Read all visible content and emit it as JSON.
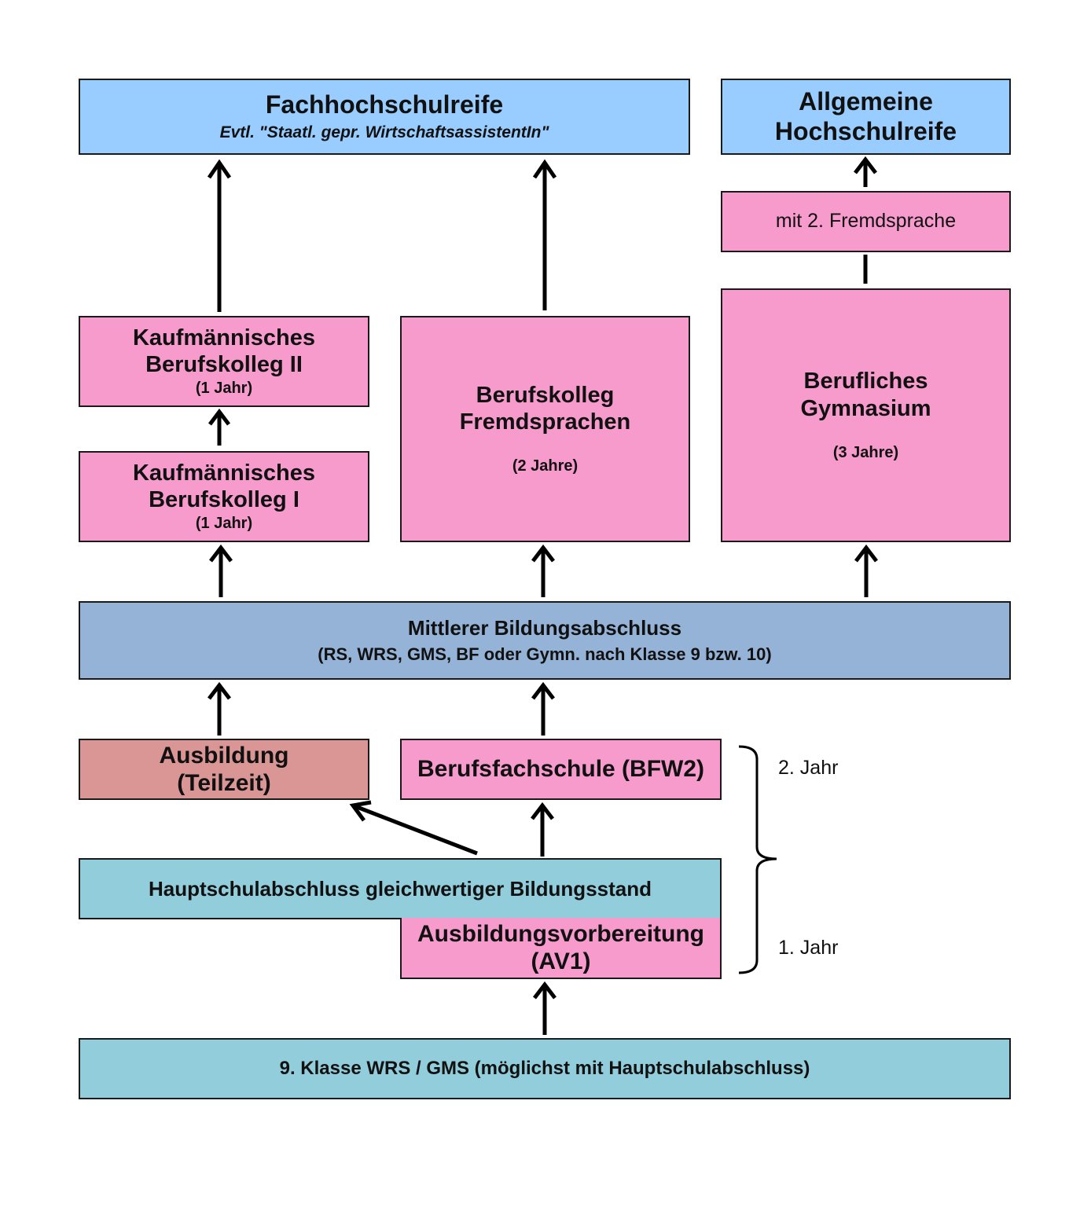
{
  "boxes": {
    "fachhochschulreife": {
      "title": "Fachhochschulreife",
      "subtitle": "Evtl. \"Staatl. gepr. WirtschaftsassistentIn\""
    },
    "allgemeine_hochschulreife": {
      "line1": "Allgemeine",
      "line2": "Hochschulreife"
    },
    "fremdsprache": {
      "label": "mit 2. Fremdsprache"
    },
    "kbk2": {
      "line1": "Kaufmännisches",
      "line2": "Berufskolleg II",
      "duration": "(1 Jahr)"
    },
    "kbk1": {
      "line1": "Kaufmännisches",
      "line2": "Berufskolleg I",
      "duration": "(1 Jahr)"
    },
    "bk_fremdsprachen": {
      "line1": "Berufskolleg",
      "line2": "Fremdsprachen",
      "duration": "(2 Jahre)"
    },
    "berufliches_gymnasium": {
      "line1": "Berufliches",
      "line2": "Gymnasium",
      "duration": "(3 Jahre)"
    },
    "mittlerer": {
      "title": "Mittlerer Bildungsabschluss",
      "subtitle": "(RS, WRS, GMS, BF oder Gymn. nach Klasse 9 bzw. 10)"
    },
    "ausbildung": {
      "line1": "Ausbildung",
      "line2": "(Teilzeit)"
    },
    "bfw2": {
      "label": "Berufsfachschule (BFW2)"
    },
    "hauptschulabschluss": {
      "label": "Hauptschulabschluss gleichwertiger Bildungsstand"
    },
    "av1": {
      "line1": "Ausbildungsvorbereitung",
      "line2": "(AV1)"
    },
    "klasse9": {
      "label": "9. Klasse WRS / GMS (möglichst mit Hauptschulabschluss)"
    }
  },
  "year_labels": {
    "year2": "2. Jahr",
    "year1": "1. Jahr"
  },
  "colors": {
    "pink": "#f79bcc",
    "light_blue": "#99ccff",
    "steel_blue": "#95b3d7",
    "teal": "#92cddc",
    "rose": "#d99694",
    "border": "#1a1a1a"
  }
}
